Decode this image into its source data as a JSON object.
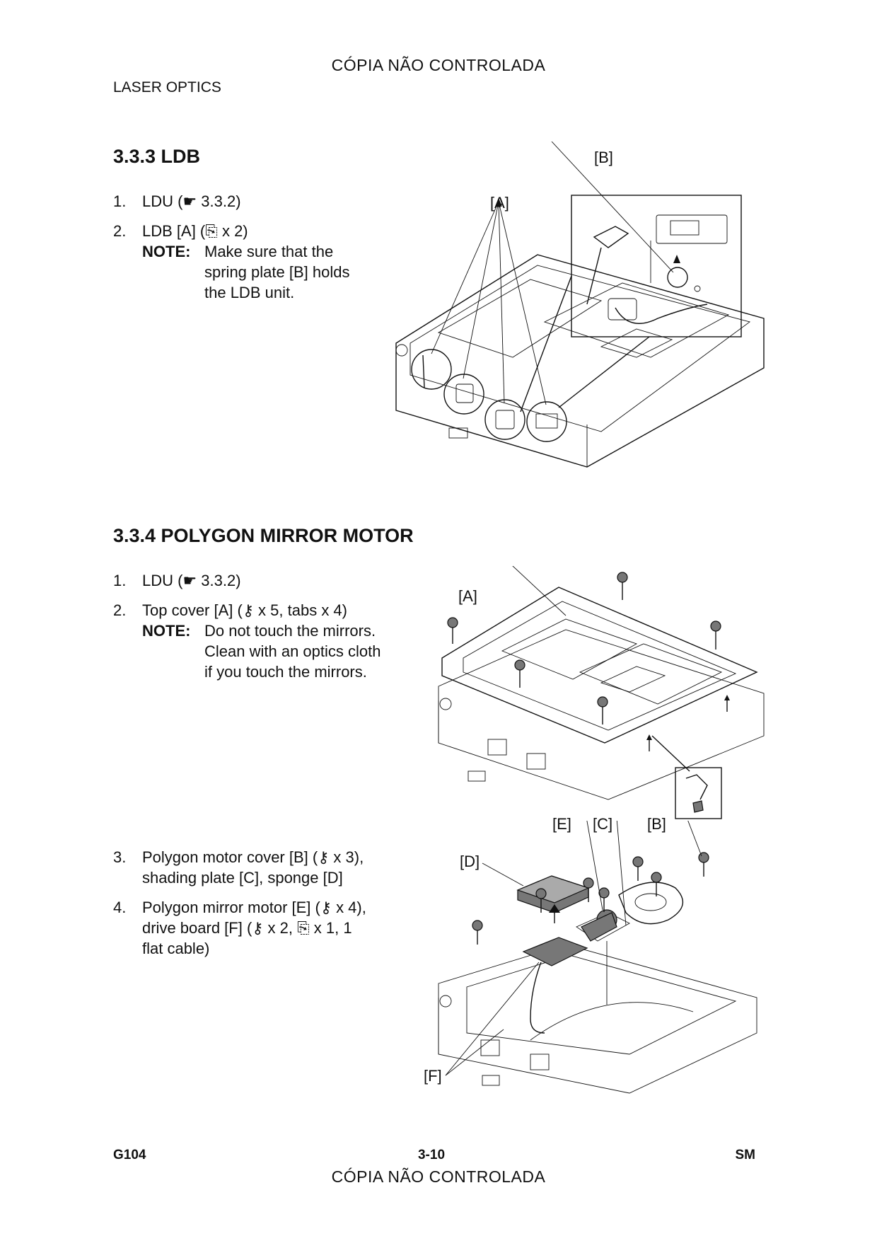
{
  "header": {
    "watermark": "CÓPIA NÃO CONTROLADA",
    "running_title": "LASER OPTICS"
  },
  "section1": {
    "heading": "3.3.3  LDB",
    "step1_num": "1.",
    "step1_text": "LDU (☛ 3.3.2)",
    "step2_num": "2.",
    "step2_text": "LDB [A] (⎘ x 2)",
    "note_label": "NOTE:",
    "note_line1": "Make sure that the",
    "note_line2": "spring plate [B] holds",
    "note_line3": "the LDB unit.",
    "label_a": "[A]",
    "label_b": "[B]"
  },
  "section2": {
    "heading": "3.3.4  POLYGON MIRROR MOTOR",
    "step1_num": "1.",
    "step1_text": "LDU (☛ 3.3.2)",
    "step2_num": "2.",
    "step2_text": "Top cover [A] (⚷ x 5, tabs x 4)",
    "note_label": "NOTE:",
    "note_line1": "Do not touch the mirrors.",
    "note_line2": "Clean with an optics cloth",
    "note_line3": "if you touch the mirrors.",
    "step3_num": "3.",
    "step3_line1": "Polygon motor cover [B] (⚷ x 3),",
    "step3_line2": "shading plate [C], sponge [D]",
    "step4_num": "4.",
    "step4_line1": "Polygon mirror motor [E] (⚷ x 4),",
    "step4_line2": "drive board [F] (⚷ x 2, ⎘ x 1, 1",
    "step4_line3": "flat cable)",
    "fig2_label_a": "[A]",
    "fig3_label_e": "[E]",
    "fig3_label_c": "[C]",
    "fig3_label_b": "[B]",
    "fig3_label_d": "[D]",
    "fig3_label_f": "[F]"
  },
  "footer": {
    "left": "G104",
    "center": "3-10",
    "right": "SM",
    "watermark": "CÓPIA NÃO CONTROLADA"
  }
}
